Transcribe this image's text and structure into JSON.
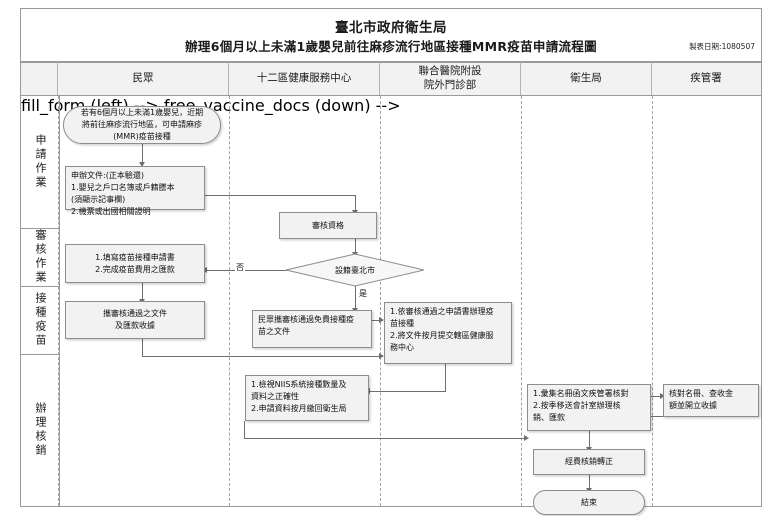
{
  "header": {
    "org": "臺北市政府衛生局",
    "title": "辦理6個月以上未滿1歲嬰兒前往麻疹流行地區接種MMR疫苗申請流程圖",
    "date_label": "製表日期:1080507"
  },
  "columns": [
    {
      "id": "public",
      "label": "民眾"
    },
    {
      "id": "health-center",
      "label": "十二區健康服務中心"
    },
    {
      "id": "hospital",
      "label": "聯合醫院附設\n院外門診部"
    },
    {
      "id": "bureau",
      "label": "衛生局"
    },
    {
      "id": "cdc",
      "label": "疾管署"
    }
  ],
  "stages": [
    {
      "id": "apply",
      "label": "申請作業"
    },
    {
      "id": "review",
      "label": "審核作業"
    },
    {
      "id": "vaccinate",
      "label": "接種疫苗"
    },
    {
      "id": "settlement",
      "label": "辦理核銷"
    }
  ],
  "nodes": {
    "start": "若有6個月以上未滿1歲嬰兒，近期\n將前往麻疹流行地區，可申請麻疹\n(MMR)疫苗接種",
    "documents": "申辦文件:(正本驗還)\n1.嬰兒之戶口名簿或戶籍謄本\n  (須顯示記事欄)\n2.機票或出國相關證明",
    "review_qualification": "審核資格",
    "decision": "設籍臺北市",
    "fill_form": "1.填寫疫苗接種申請書\n2.完成疫苗費用之匯款",
    "bring_docs": "攜審核通過之文件\n及匯款收據",
    "free_vaccine_docs": "民眾攜審核通過免費接種疫\n苗之文件",
    "hospital_action": "1.依審核通過之申請書辦理疫\n  苗接種\n2.將文件按月提交轄區健康服\n  務中心",
    "niis_check": "1.檢視NIIS系統接種數量及\n  資料之正確性\n2.申請資料按月繳回衛生局",
    "bureau_action": "1.彙集名冊函文疾管署核對\n2.按季移送會計室辦理核\n  銷、匯款",
    "cdc_action": "核對名冊、查收金\n額並開立收據",
    "transfer": "經費核銷轉正",
    "end": "結束"
  },
  "edge_labels": {
    "no": "否",
    "yes": "是"
  },
  "colors": {
    "node_fill": "#f2f2f2",
    "node_border": "#8d8d8d",
    "line": "#6e6e6e",
    "lane_divider": "#9fa3a8"
  }
}
